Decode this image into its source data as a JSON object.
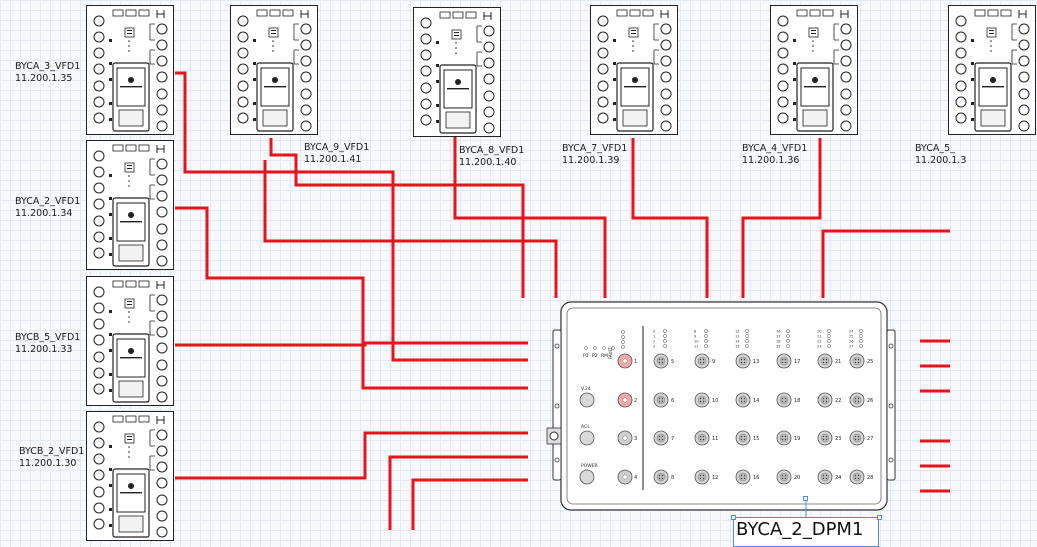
{
  "diagram": {
    "wire_color": "#e8141c",
    "vfds": [
      {
        "name": "BYCA_3_VFD1",
        "ip": "11.200.1.35"
      },
      {
        "name": "BYCA_2_VFD1",
        "ip": "11.200.1.34"
      },
      {
        "name": "BYCB_5_VFD1",
        "ip": "11.200.1.33"
      },
      {
        "name": "BYCB_2_VFD1",
        "ip": "11.200.1.30"
      },
      {
        "name": "BYCA_9_VFD1",
        "ip": "11.200.1.41"
      },
      {
        "name": "BYCA_8_VFD1",
        "ip": "11.200.1.40"
      },
      {
        "name": "BYCA_7_VFD1",
        "ip": "11.200.1.39"
      },
      {
        "name": "BYCA_4_VFD1",
        "ip": "11.200.1.36"
      },
      {
        "name": "BYCA_5_",
        "ip": "11.200.1.3"
      }
    ],
    "dpm": {
      "title": "BYCA_2_DPM1",
      "leds": [
        "P1",
        "P2",
        "RM",
        "FAULT"
      ],
      "left_labels": [
        "1",
        "2",
        "3",
        "4"
      ],
      "left_caption": [
        "V.24",
        "ACs",
        "POWER"
      ],
      "port_numbers": [
        [
          "5",
          "9",
          "13",
          "17",
          "21",
          "25"
        ],
        [
          "6",
          "10",
          "14",
          "18",
          "22",
          "26"
        ],
        [
          "7",
          "11",
          "15",
          "19",
          "23",
          "27"
        ],
        [
          "8",
          "12",
          "16",
          "20",
          "24",
          "28"
        ]
      ]
    }
  }
}
